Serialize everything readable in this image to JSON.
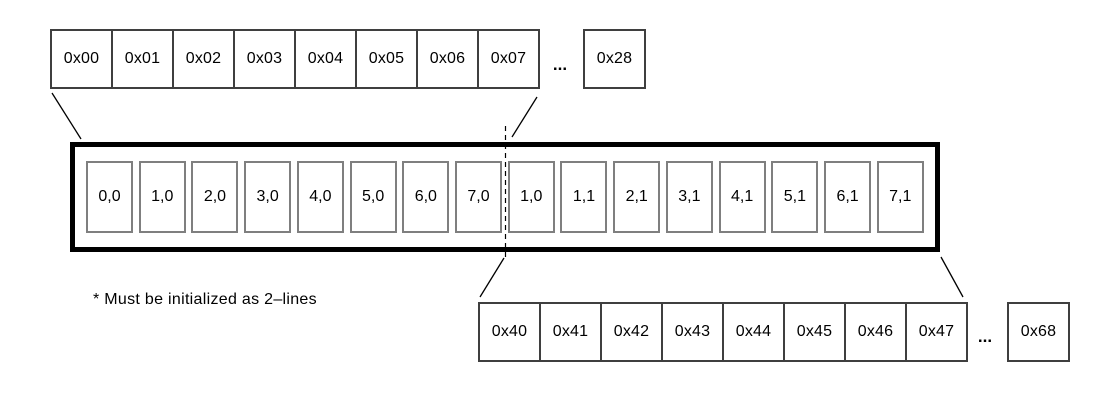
{
  "top_row": {
    "cells": [
      "0x00",
      "0x01",
      "0x02",
      "0x03",
      "0x04",
      "0x05",
      "0x06",
      "0x07"
    ],
    "ellipsis": "...",
    "last_cell": "0x28"
  },
  "buffer": {
    "cells": [
      "0,0",
      "1,0",
      "2,0",
      "3,0",
      "4,0",
      "5,0",
      "6,0",
      "7,0",
      "1,0",
      "1,1",
      "2,1",
      "3,1",
      "4,1",
      "5,1",
      "6,1",
      "7,1"
    ]
  },
  "bottom_row": {
    "cells": [
      "0x40",
      "0x41",
      "0x42",
      "0x43",
      "0x44",
      "0x45",
      "0x46",
      "0x47"
    ],
    "ellipsis": "...",
    "last_cell": "0x68"
  },
  "footnote": "* Must be initialized as 2–lines",
  "colors": {
    "background": "#ffffff",
    "buffer_border": "#000000",
    "memory_cell_border": "#3f3f3f",
    "buffer_cell_border": "#7f7f7f",
    "line": "#000000",
    "text": "#000000"
  }
}
